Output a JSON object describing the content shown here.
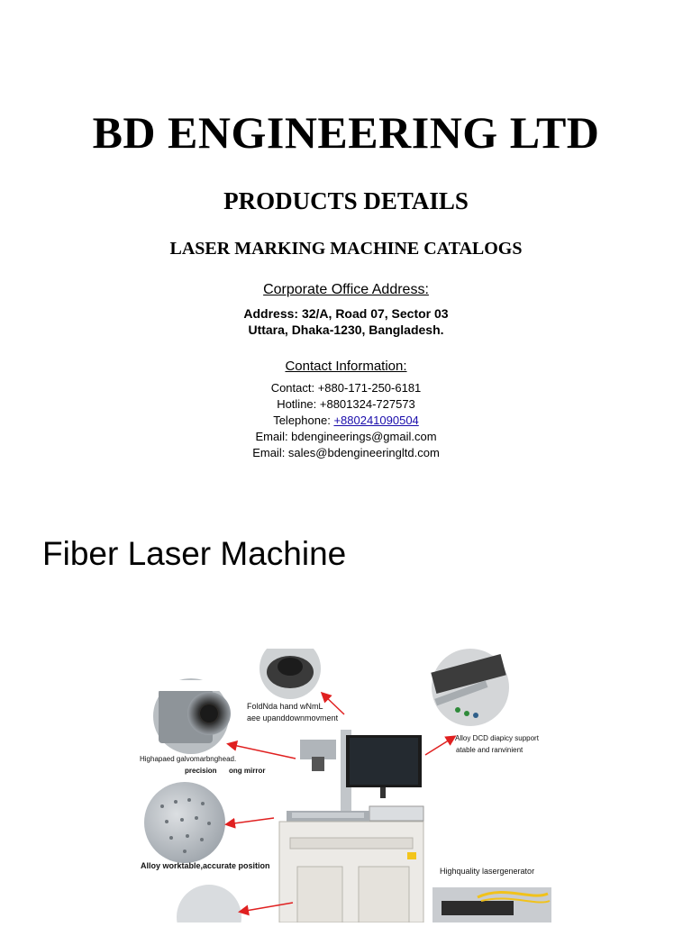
{
  "header": {
    "company": "BD ENGINEERING LTD",
    "products_heading": "PRODUCTS DETAILS",
    "catalog_heading": "LASER MARKING MACHINE CATALOGS"
  },
  "office": {
    "heading": "Corporate Office Address:",
    "line1": "Address: 32/A, Road 07, Sector 03",
    "line2": "Uttara, Dhaka-1230, Bangladesh."
  },
  "contact": {
    "heading": "Contact Information:",
    "contact": "Contact: +880-171-250-6181",
    "hotline": "Hotline: +8801324-727573",
    "telephone_label": "Telephone: ",
    "telephone_number": "+880241090504",
    "email1": "Email: bdengineerings@gmail.com",
    "email2": "Email: sales@bdengineeringltd.com"
  },
  "section": {
    "title": "Fiber Laser Machine"
  },
  "figure": {
    "cap_focus_1": "FoldNda hand wNmL",
    "cap_focus_2": "aee upanddownmovment",
    "cap_support_1": "Alloy DCD diapicy support",
    "cap_support_2": "atable and ranvinient",
    "cap_head": "Highapaed galvomarbnghead.",
    "cap_precision": "precision",
    "cap_mirror": "ong mirror",
    "cap_worktable": "Alloy worktable,accurate position",
    "cap_generator": "Highquality lasergenerator"
  },
  "colors": {
    "link": "#1a0dab",
    "arrow": "#e02020"
  }
}
